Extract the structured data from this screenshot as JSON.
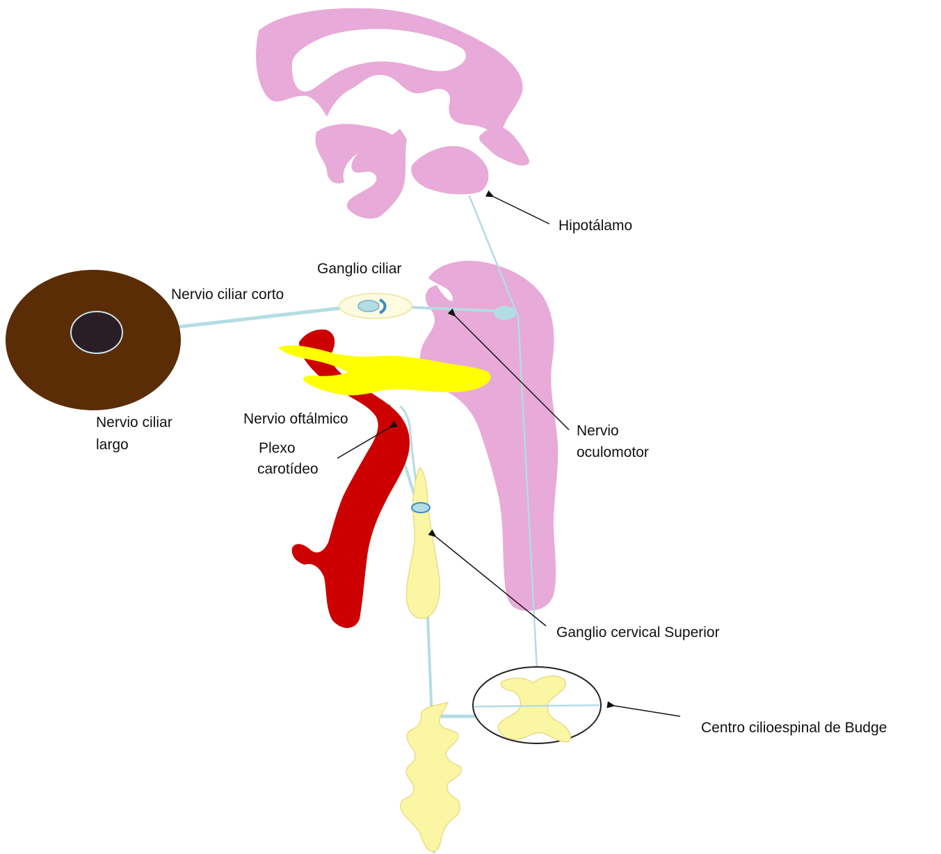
{
  "colors": {
    "brain": "#e8aad8",
    "spinal_ganglia": "#fbf6a4",
    "artery": "#cc0000",
    "nerve_yellow": "#ffff00",
    "nerve_path": "#b4dce4",
    "eye_iris": "#5a2d06",
    "eye_pupil": "#2a1e26",
    "arrow": "#111111"
  },
  "labels": {
    "hipotalamo": "Hipotálamo",
    "ganglio_ciliar": "Ganglio ciliar",
    "nervio_ciliar_corto": "Nervio ciliar corto",
    "nervio_ciliar_largo_1": "Nervio ciliar",
    "nervio_ciliar_largo_2": "largo",
    "nervio_oftalmico": "Nervio oftálmico",
    "plexo_carotideo_1": "Plexo",
    "plexo_carotideo_2": "carotídeo",
    "nervio_oculomotor_1": "Nervio",
    "nervio_oculomotor_2": "oculomotor",
    "ganglio_cervical_superior": "Ganglio cervical Superior",
    "centro_cilioespinal": "Centro cilioespinal de Budge"
  },
  "icons": [
    "eye-icon",
    "arrow-icon"
  ]
}
